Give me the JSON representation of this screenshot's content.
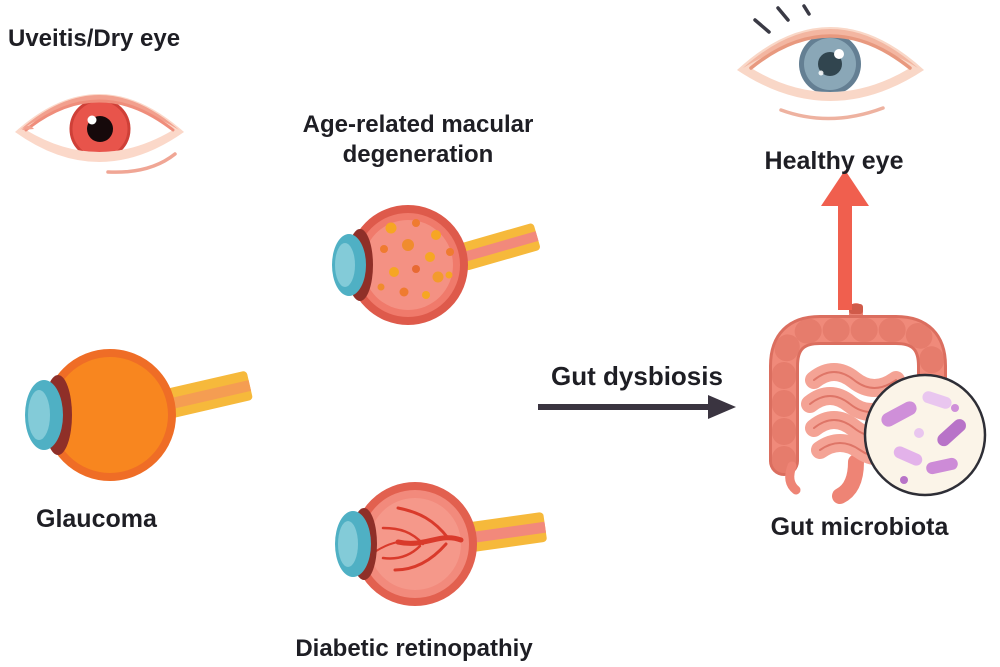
{
  "diagram": {
    "labels": {
      "uveitis": "Uveitis/Dry eye",
      "amd_line1": "Age-related macular",
      "amd_line2": "degeneration",
      "glaucoma": "Glaucoma",
      "diabetic_retinopathy": "Diabetic retinopathiy",
      "gut_dysbiosis": "Gut dysbiosis",
      "gut_microbiota": "Gut microbiota",
      "healthy_eye": "Healthy eye"
    },
    "colors": {
      "eyeball_salmon": "#f28a7c",
      "amd_ring_red": "#de5a4b",
      "glaucoma_orange": "#f8861f",
      "cornea_teal": "#4fb0c4",
      "optic_nerve_yellow": "#f6b93b",
      "uveitis_iris_red": "#e8544b",
      "healthy_iris_blue": "#8aa7b7",
      "dysbiosis_arrow_dark": "#3a3440",
      "healthy_arrow_red": "#f05f4e",
      "intestine_salmon": "#ee8475",
      "microbe_purple": "#cf8fd9",
      "background": "#ffffff"
    }
  }
}
